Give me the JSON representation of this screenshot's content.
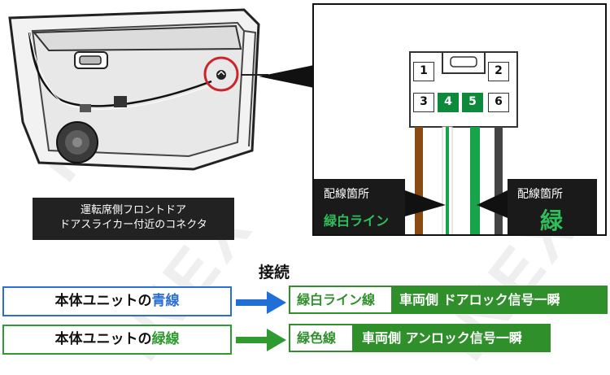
{
  "watermark": "INEX",
  "door_caption": {
    "line1": "運転席側フロントドア",
    "line2": "ドアスライカー付近のコネクタ"
  },
  "connector": {
    "pins": [
      {
        "num": "1",
        "highlight": false
      },
      {
        "num": "2",
        "highlight": false
      },
      {
        "num": "3",
        "highlight": false
      },
      {
        "num": "4",
        "highlight": true
      },
      {
        "num": "5",
        "highlight": true
      },
      {
        "num": "6",
        "highlight": false
      }
    ],
    "left_label": {
      "heading": "配線箇所",
      "value": "緑白ライン"
    },
    "right_label": {
      "heading": "配線箇所",
      "value": "緑"
    },
    "wire_colors": {
      "brown": "#8a4b12",
      "green": "#17a34a",
      "white": "#ffffff",
      "gray": "#444444"
    }
  },
  "connect_title": "接続",
  "rows": [
    {
      "source_prefix": "本体ユニットの",
      "source_color_word": "青線",
      "arrow_color": "#1f6fd6",
      "dest_wire": "緑白ライン線",
      "dest_desc": "車両側 ドアロック信号一瞬"
    },
    {
      "source_prefix": "本体ユニットの",
      "source_color_word": "緑線",
      "arrow_color": "#2f9a2f",
      "dest_wire": "緑色線",
      "dest_desc": "車両側 アンロック信号一瞬"
    }
  ]
}
